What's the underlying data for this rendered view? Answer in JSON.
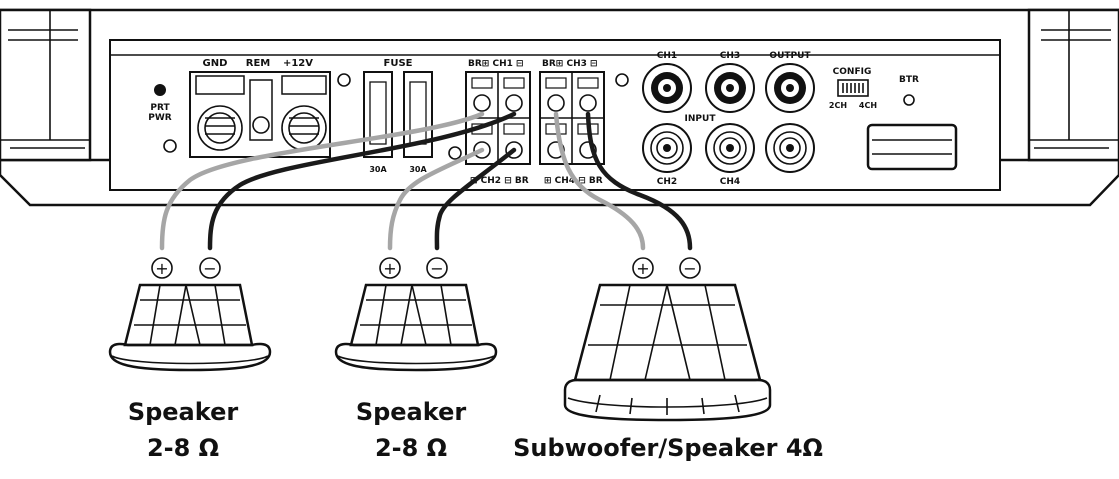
{
  "amplifier": {
    "prt_pwr_line1": "PRT",
    "prt_pwr_line2": "PWR",
    "gnd": "GND",
    "rem": "REM",
    "plus12v": "+12V",
    "fuse": "FUSE",
    "fuse_rating_1": "30A",
    "fuse_rating_2": "30A",
    "br_ch1": "BR⊞ CH1 ⊟",
    "br_ch3": "BR⊞ CH3 ⊟",
    "ch2_br": "⊞ CH2 ⊟ BR",
    "ch4_br": "⊞ CH4 ⊟ BR",
    "input": "INPUT",
    "output": "OUTPUT",
    "ch1": "CH1",
    "ch2": "CH2",
    "ch3": "CH3",
    "ch4": "CH4",
    "config": "CONFIG",
    "config_2ch": "2CH",
    "config_4ch": "4CH",
    "btr": "BTR"
  },
  "terminals": {
    "plus": "+",
    "minus": "−"
  },
  "speakers": [
    {
      "label_line1": "Speaker",
      "label_line2": "2-8 Ω"
    },
    {
      "label_line1": "Speaker",
      "label_line2": "2-8 Ω"
    },
    {
      "label_line1": "Subwoofer/Speaker 4Ω"
    }
  ],
  "colors": {
    "positive_wire": "#a6a6a6",
    "negative_wire": "#1a1a1a"
  }
}
